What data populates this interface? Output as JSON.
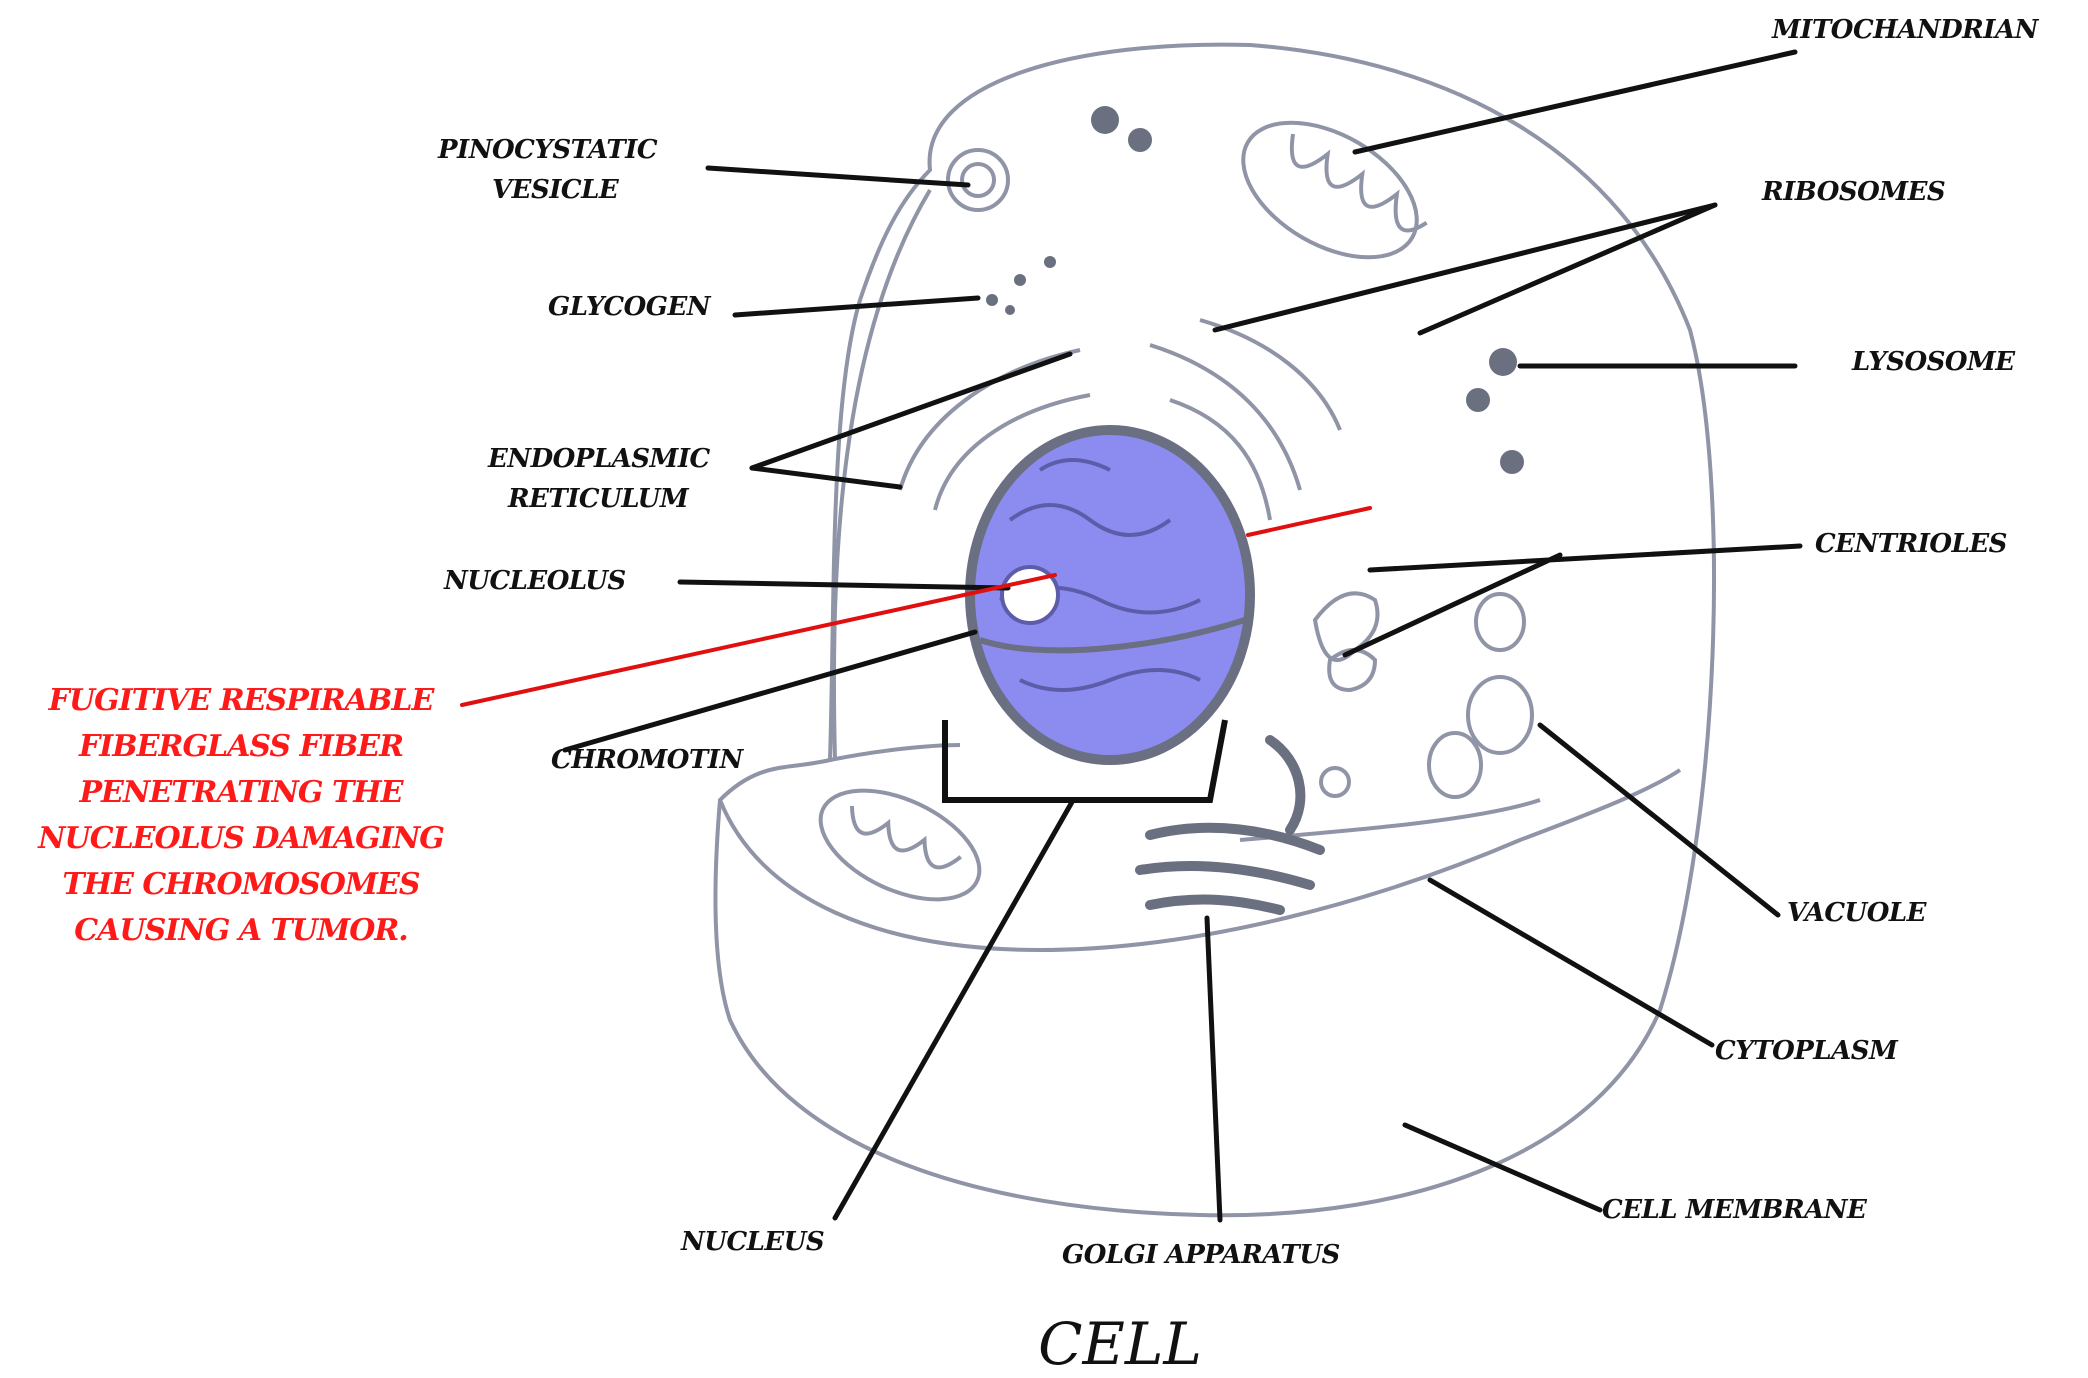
{
  "labels": {
    "mitochondrian": "MITOCHANDRIAN",
    "pinocystatic_1": "PINOCYSTATIC",
    "pinocystatic_2": "VESICLE",
    "ribosomes": "RIBOSOMES",
    "glycogen": "GLYCOGEN",
    "lysosome": "LYSOSOME",
    "endoplasmic_1": "ENDOPLASMIC",
    "endoplasmic_2": "RETICULUM",
    "nucleolus": "NUCLEOLUS",
    "centrioles": "CENTRIOLES",
    "chromotin": "CHROMOTIN",
    "vacuole": "VACUOLE",
    "cytoplasm": "CYTOPLASM",
    "cell_membrane": "CELL MEMBRANE",
    "nucleus": "NUCLEUS",
    "golgi": "GOLGI APPARATUS"
  },
  "red_note": [
    "FUGITIVE RESPIRABLE",
    "FIBERGLASS FIBER",
    "PENETRATING THE",
    "NUCLEOLUS DAMAGING",
    "THE CHROMOSOMES",
    "CAUSING A TUMOR."
  ],
  "caption": "CELL",
  "colors": {
    "outline": "#8f94a6",
    "nucleus": "#8c8cf0",
    "pointer": "#111111",
    "fiber": "#e01010"
  }
}
